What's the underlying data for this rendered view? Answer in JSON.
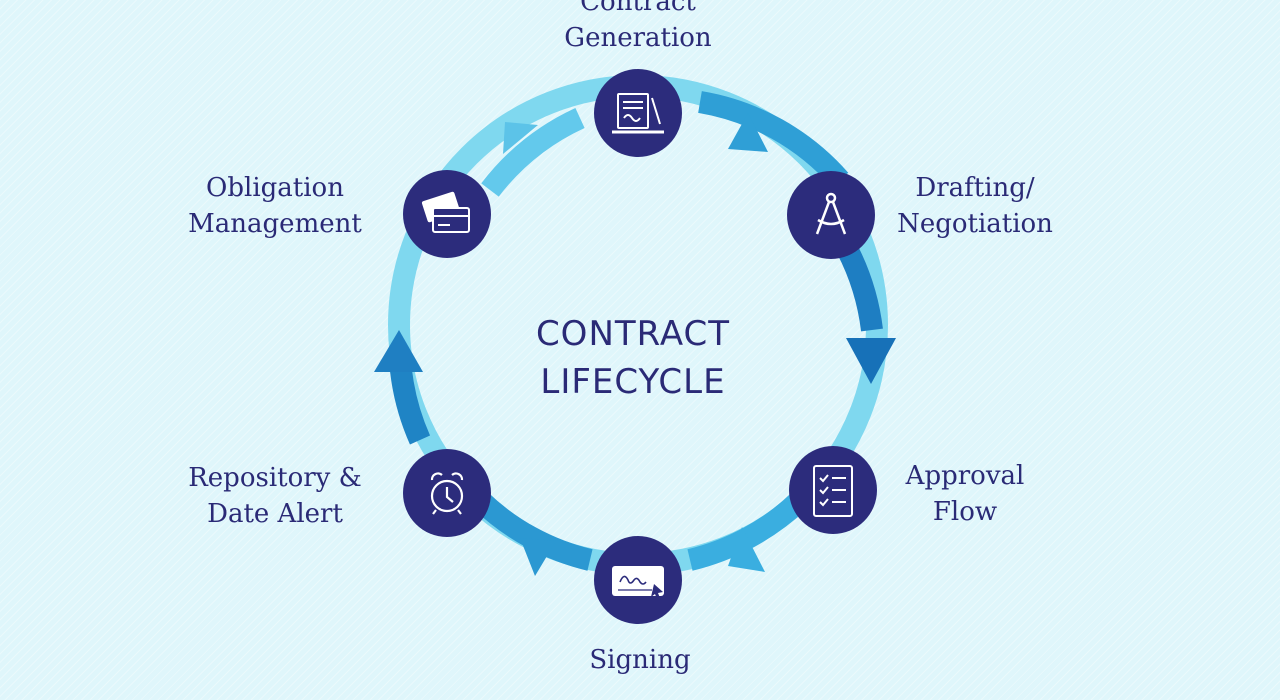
{
  "title": {
    "line1": "CONTRACT",
    "line2": "LIFECYCLE"
  },
  "stages": [
    {
      "label_lines": [
        "Contract",
        "Generation"
      ],
      "icon": "contract-generation-icon"
    },
    {
      "label_lines": [
        "Drafting/",
        "Negotiation"
      ],
      "icon": "compass-icon"
    },
    {
      "label_lines": [
        "Approval",
        "Flow"
      ],
      "icon": "checklist-icon"
    },
    {
      "label_lines": [
        "Signing"
      ],
      "icon": "signature-icon"
    },
    {
      "label_lines": [
        "Repository &",
        "Date Alert"
      ],
      "icon": "alarm-clock-icon"
    },
    {
      "label_lines": [
        "Obligation",
        "Management"
      ],
      "icon": "cards-icon"
    }
  ],
  "colors": {
    "node": "#2c2c7c",
    "label": "#2a2a76",
    "ring_light": "#8fe0f2",
    "ring_dark": "#1782c4",
    "background": "#dff6fb"
  }
}
